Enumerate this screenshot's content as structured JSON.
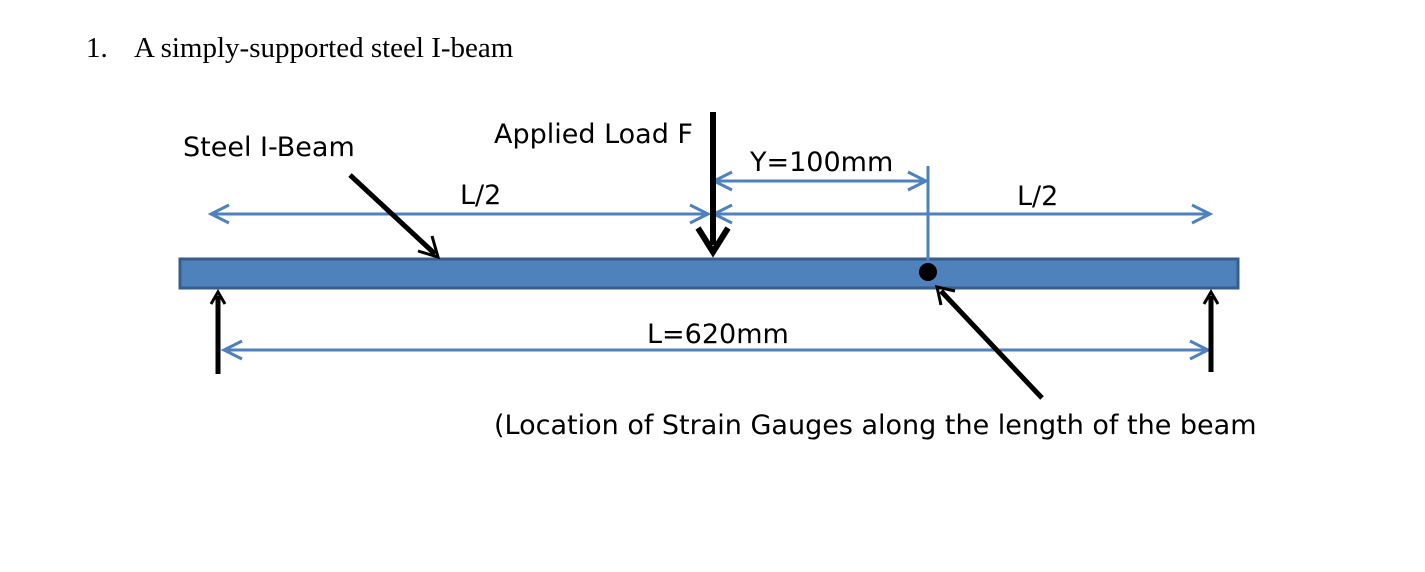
{
  "question": {
    "number": "1.",
    "text": "A simply-supported steel I-beam"
  },
  "labels": {
    "beam": "Steel I-Beam",
    "load": "Applied Load F",
    "half_left": "L/2",
    "half_right": "L/2",
    "y_offset": "Y=100mm",
    "length": "L=620mm",
    "gauge": "(Location of Strain Gauges along the length of the beam"
  },
  "colors": {
    "beam_fill": "#4f81bd",
    "beam_edge": "#385d8a",
    "dimension_line": "#4f81bd",
    "arrow": "#000000"
  }
}
